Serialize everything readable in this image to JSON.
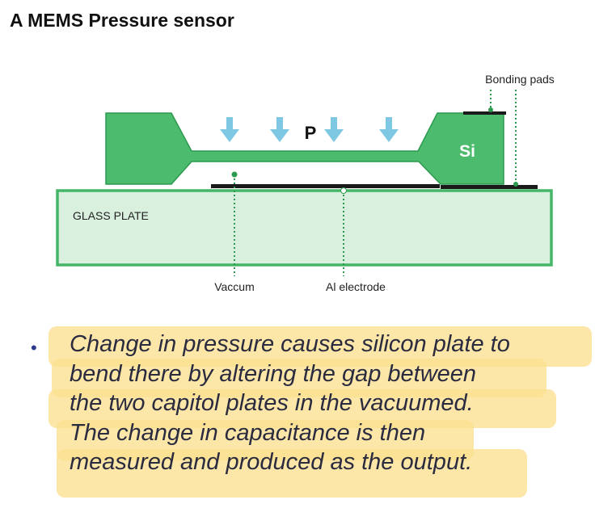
{
  "title": "A MEMS Pressure sensor",
  "diagram": {
    "labels": {
      "bonding_pads": "Bonding pads",
      "pressure": "P",
      "silicon": "Si",
      "glass_plate": "GLASS PLATE",
      "vacuum": "Vaccum",
      "electrode": "Al electrode"
    },
    "colors": {
      "silicon_fill": "#4dbb6e",
      "silicon_stroke": "#2c9a4f",
      "glass_fill": "#d9f0df",
      "glass_stroke": "#45b568",
      "arrow": "#7fc8e4",
      "electrode": "#1a1a1a"
    },
    "icons": [
      "down-arrow-icon"
    ]
  },
  "bullet": {
    "symbol": "•",
    "lines": [
      "Change in pressure causes silicon plate to",
      "bend there by altering the gap between",
      "the two capitol plates in the vacuumed.",
      "The change in capacitance is then",
      "measured and produced as the output."
    ],
    "highlight_color": "#fbe08f"
  }
}
